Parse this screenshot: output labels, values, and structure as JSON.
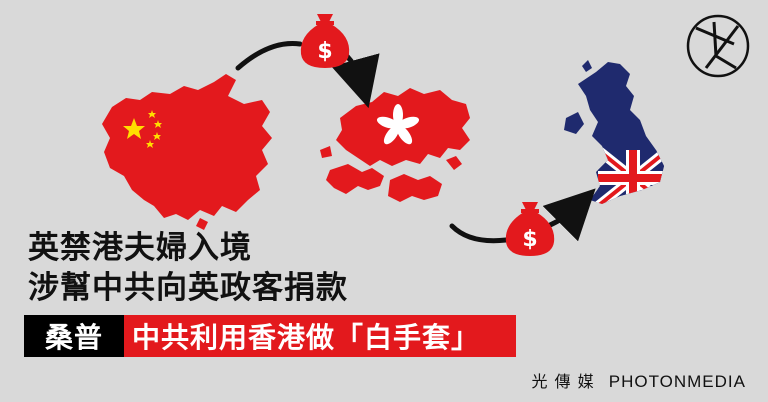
{
  "headline": {
    "line1": "英禁港夫婦入境",
    "line2": "涉幫中共向英政客捐款"
  },
  "banner": {
    "name_label": "桑普",
    "subtitle": "中共利用香港做「白手套」"
  },
  "brand": {
    "chinese": "光 傳 媒",
    "english": "PHOTONMEDIA"
  },
  "illustration": {
    "money_symbol": "$",
    "colors": {
      "red": "#e3191d",
      "uk_blue": "#1f2a6e",
      "white": "#ffffff",
      "arrow": "#111111",
      "star_yellow": "#ffde00"
    },
    "icons": [
      "china-map-icon",
      "hong-kong-map-icon",
      "uk-map-icon",
      "money-bag-icon",
      "arrow-icon",
      "photon-logo-icon"
    ]
  }
}
